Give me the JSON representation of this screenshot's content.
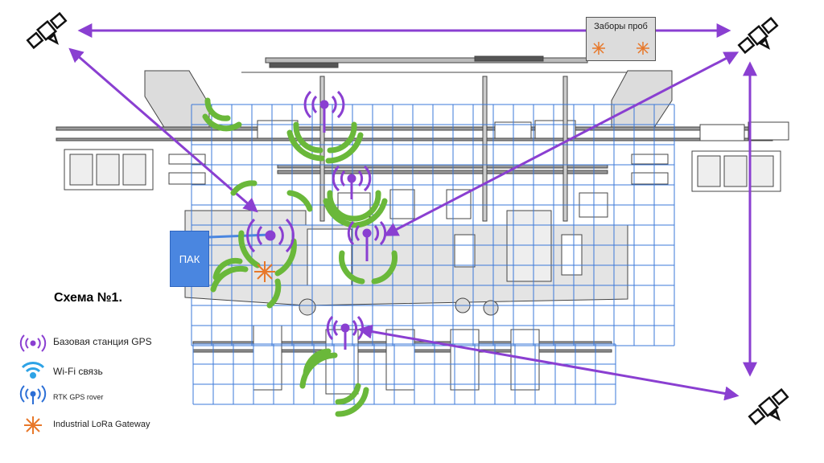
{
  "diagram": {
    "title": "Схема №1.",
    "pak_label": "ПАК",
    "sample_box_label": "Заборы проб"
  },
  "legend": {
    "items": [
      {
        "icon": "gps-base-station-icon",
        "label": "Базовая станция GPS",
        "color": "#8a3fd1"
      },
      {
        "icon": "wifi-icon",
        "label": "Wi-Fi связь",
        "color": "#2ea3e6"
      },
      {
        "icon": "rtk-gps-rover-icon",
        "label": "RTK GPS rover",
        "color": "#2c6fd6"
      },
      {
        "icon": "lora-gateway-icon",
        "label": "Industrial LoRa Gateway",
        "color": "#e8782a"
      }
    ]
  },
  "colors": {
    "link_purple": "#8a3fd1",
    "wifi_green": "#6ab83a",
    "grid_blue": "#3b78d8",
    "pak_blue": "#4a86e0",
    "lora_orange": "#e8782a"
  }
}
